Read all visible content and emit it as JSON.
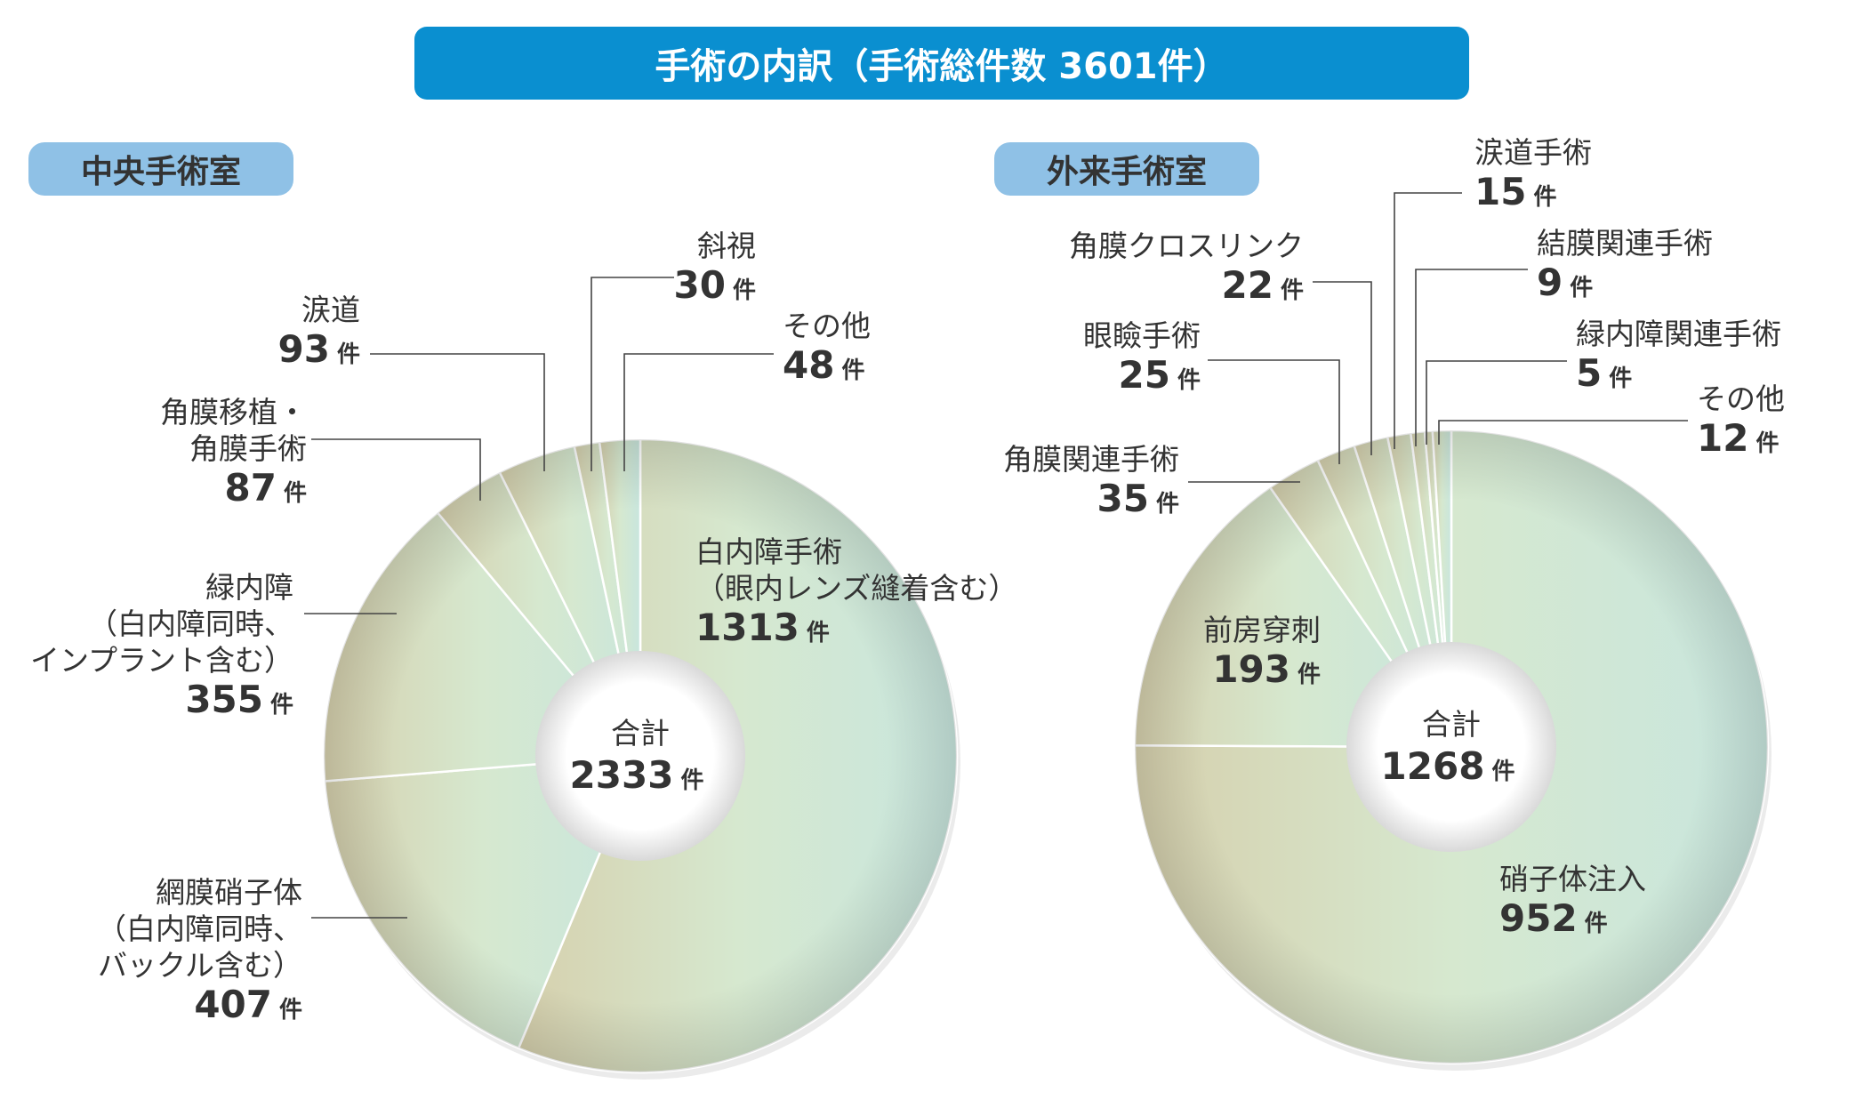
{
  "title": "手術の内訳（手術総件数 3601件）",
  "unit": "件",
  "chart_data": [
    {
      "type": "pie",
      "title": "中央手術室",
      "total_label": "合計",
      "total": 2333,
      "slices": [
        {
          "label": [
            "白内障手術",
            "（眼内レンズ縫着含む）"
          ],
          "value": 1313
        },
        {
          "label": [
            "網膜硝子体",
            "（白内障同時、",
            "バックル含む）"
          ],
          "value": 407
        },
        {
          "label": [
            "緑内障",
            "（白内障同時、",
            "インプラント含む）"
          ],
          "value": 355
        },
        {
          "label": [
            "角膜移植・",
            "角膜手術"
          ],
          "value": 87
        },
        {
          "label": [
            "涙道"
          ],
          "value": 93
        },
        {
          "label": [
            "斜視"
          ],
          "value": 30
        },
        {
          "label": [
            "その他"
          ],
          "value": 48
        }
      ]
    },
    {
      "type": "pie",
      "title": "外来手術室",
      "total_label": "合計",
      "total": 1268,
      "slices": [
        {
          "label": [
            "硝子体注入"
          ],
          "value": 952
        },
        {
          "label": [
            "前房穿刺"
          ],
          "value": 193
        },
        {
          "label": [
            "角膜関連手術"
          ],
          "value": 35
        },
        {
          "label": [
            "眼瞼手術"
          ],
          "value": 25
        },
        {
          "label": [
            "角膜クロスリンク"
          ],
          "value": 22
        },
        {
          "label": [
            "涙道手術"
          ],
          "value": 15
        },
        {
          "label": [
            "結膜関連手術"
          ],
          "value": 9
        },
        {
          "label": [
            "緑内障関連手術"
          ],
          "value": 5
        },
        {
          "label": [
            "その他"
          ],
          "value": 12
        }
      ]
    }
  ]
}
